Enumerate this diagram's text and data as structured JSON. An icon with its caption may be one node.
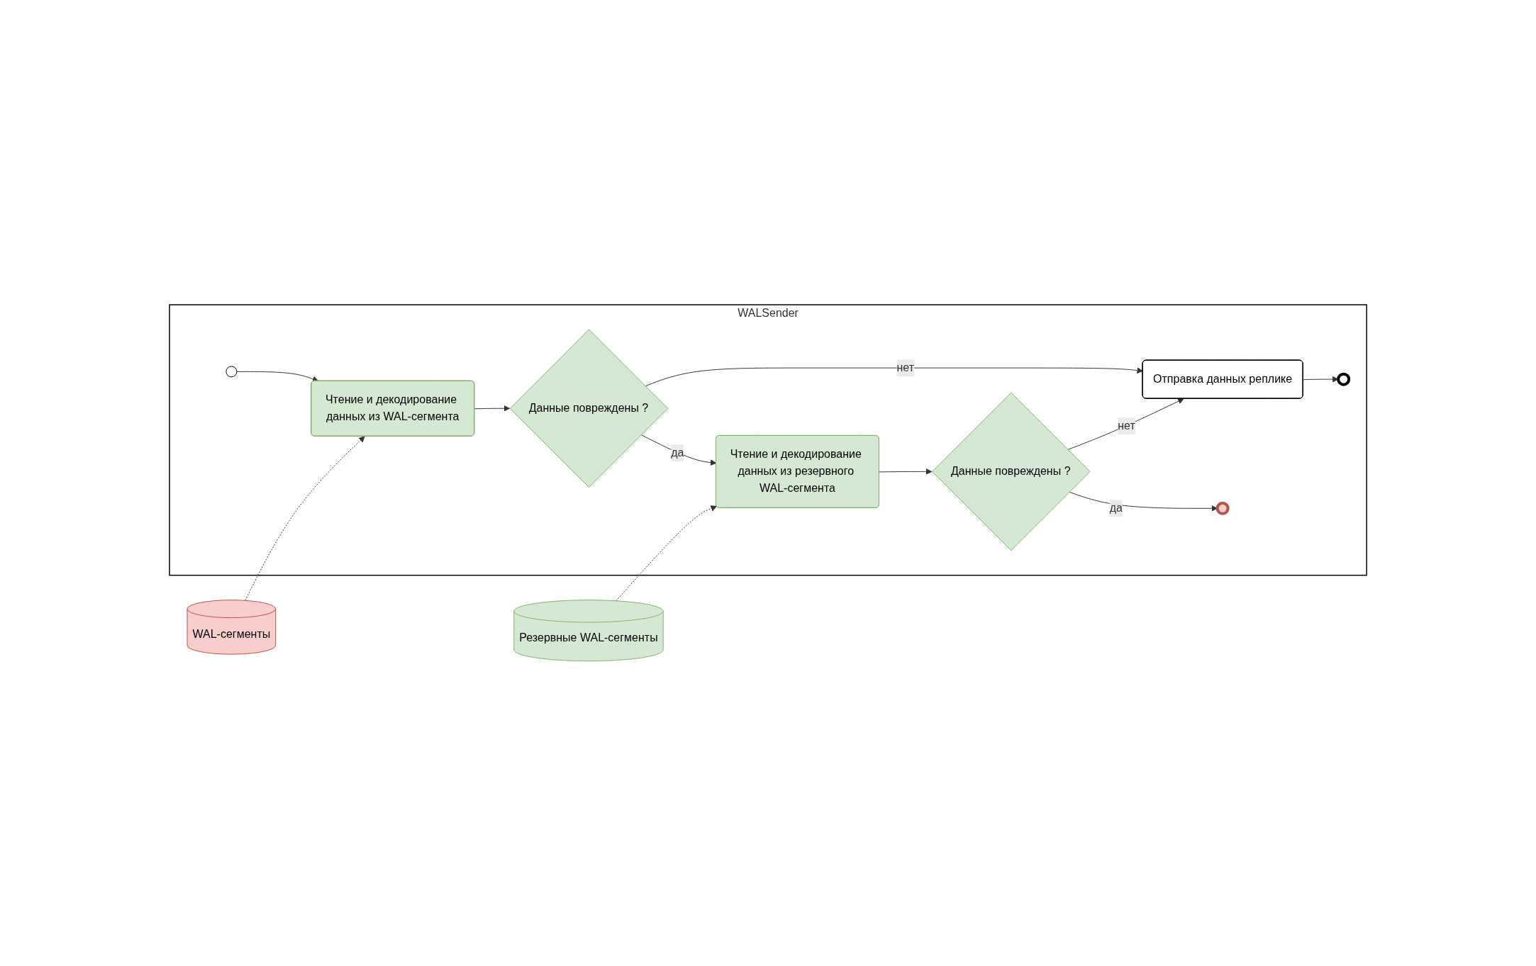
{
  "diagram": {
    "nodes": [
      {
        "text": [
          "WAL-сегменты"
        ]
      },
      {
        "text": [
          "Резервные WAL-сегменты"
        ]
      },
      {
        "text": [
          "WALSender"
        ]
      },
      {
        "text": [],
        "shape": "circle",
        "in": 2
      },
      {
        "text": [
          "Чтение и декодирование данных из WAL-сегмента"
        ],
        "in": 2
      },
      {
        "text": [
          "Данные повреждены ?"
        ],
        "in": 2
      },
      {
        "text": [
          "Чтение и декодирование данных из резервного WAL-сегмента"
        ],
        "in": 2
      },
      {
        "text": [
          "Данные повреждены ?"
        ],
        "in": 2
      },
      {
        "text": [],
        "shape": "circle",
        "in": 2
      },
      {
        "text": [
          "Отправка данных реплике"
        ],
        "in": 2
      },
      {
        "text": [],
        "shape": "circle",
        "in": 2
      }
    ],
    "edges": [
      {
        "from": 0,
        "to": 4,
        "arrow": "to",
        "style": "dashed"
      },
      {
        "from": 1,
        "to": 6,
        "arrow": "to",
        "style": "dashed"
      },
      {
        "from": 3,
        "to": 4,
        "arrow": "to"
      },
      {
        "from": 4,
        "to": 5,
        "arrow": "to"
      },
      {
        "from": 5,
        "to": 6,
        "arrow": "to",
        "label": "да"
      },
      {
        "from": 6,
        "to": 7,
        "arrow": "to"
      },
      {
        "from": 7,
        "to": 8,
        "arrow": "to",
        "label": "да"
      },
      {
        "from": 5,
        "to": 9,
        "arrow": "to",
        "label": "нет"
      },
      {
        "from": 7,
        "to": 9,
        "arrow": "to",
        "label": "нет"
      },
      {
        "from": 9,
        "to": 10,
        "arrow": "to"
      }
    ]
  }
}
